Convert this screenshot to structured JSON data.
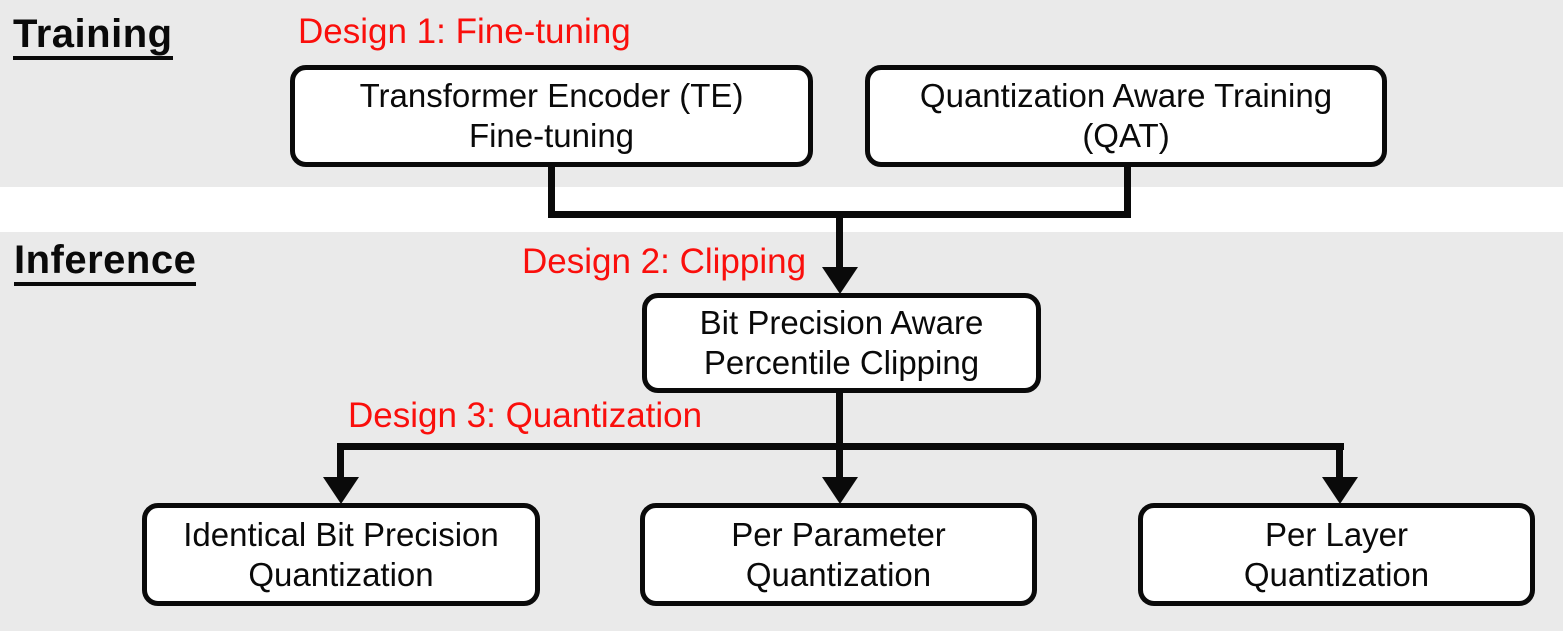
{
  "colors": {
    "background_band": "#eaeaea",
    "accent_red": "#fa0f0c",
    "line_black": "#0a0a0a",
    "box_fill": "#ffffff"
  },
  "sections": {
    "training": "Training",
    "inference": "Inference"
  },
  "design_labels": {
    "d1": "Design 1: Fine-tuning",
    "d2": "Design 2: Clipping",
    "d3": "Design 3: Quantization"
  },
  "nodes": {
    "te": {
      "line1": "Transformer Encoder (TE)",
      "line2": "Fine-tuning"
    },
    "qat": {
      "line1": "Quantization Aware Training",
      "line2": "(QAT)"
    },
    "clipping": {
      "line1": "Bit Precision Aware",
      "line2": "Percentile Clipping"
    },
    "identical": {
      "line1": "Identical Bit Precision",
      "line2": "Quantization"
    },
    "per_parameter": {
      "line1": "Per Parameter",
      "line2": "Quantization"
    },
    "per_layer": {
      "line1": "Per Layer",
      "line2": "Quantization"
    }
  },
  "edges": [
    {
      "from": "te",
      "to": "clipping"
    },
    {
      "from": "qat",
      "to": "clipping"
    },
    {
      "from": "clipping",
      "to": "identical"
    },
    {
      "from": "clipping",
      "to": "per_parameter"
    },
    {
      "from": "clipping",
      "to": "per_layer"
    }
  ]
}
